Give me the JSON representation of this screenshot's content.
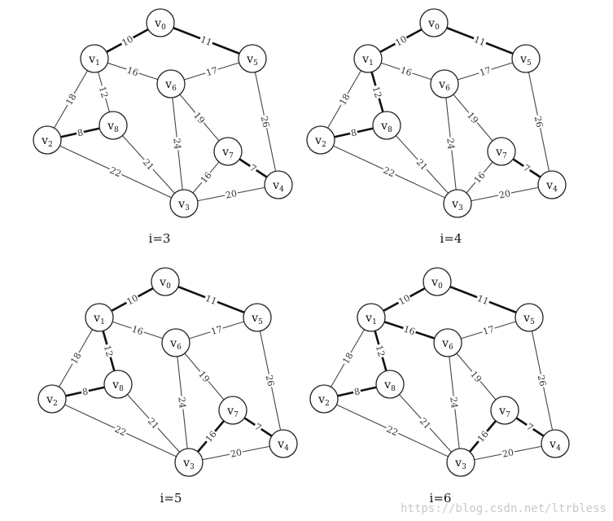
{
  "nodes": [
    {
      "id": 0,
      "label": "v0"
    },
    {
      "id": 1,
      "label": "v1"
    },
    {
      "id": 2,
      "label": "v2"
    },
    {
      "id": 3,
      "label": "v3"
    },
    {
      "id": 4,
      "label": "v4"
    },
    {
      "id": 5,
      "label": "v5"
    },
    {
      "id": 6,
      "label": "v6"
    },
    {
      "id": 7,
      "label": "v7"
    },
    {
      "id": 8,
      "label": "v8"
    }
  ],
  "edges": [
    {
      "from": 0,
      "to": 1,
      "weight": "10"
    },
    {
      "from": 0,
      "to": 5,
      "weight": "11"
    },
    {
      "from": 1,
      "to": 6,
      "weight": "16"
    },
    {
      "from": 5,
      "to": 6,
      "weight": "17"
    },
    {
      "from": 1,
      "to": 2,
      "weight": "18"
    },
    {
      "from": 1,
      "to": 8,
      "weight": "12"
    },
    {
      "from": 2,
      "to": 8,
      "weight": "8"
    },
    {
      "from": 6,
      "to": 7,
      "weight": "19"
    },
    {
      "from": 5,
      "to": 4,
      "weight": "26"
    },
    {
      "from": 8,
      "to": 3,
      "weight": "21"
    },
    {
      "from": 6,
      "to": 3,
      "weight": "24"
    },
    {
      "from": 2,
      "to": 3,
      "weight": "22"
    },
    {
      "from": 7,
      "to": 3,
      "weight": "16"
    },
    {
      "from": 7,
      "to": 4,
      "weight": "7"
    },
    {
      "from": 3,
      "to": 4,
      "weight": "20"
    }
  ],
  "panels": [
    {
      "caption": "i=3",
      "tree_edges": [
        [
          0,
          1
        ],
        [
          0,
          5
        ],
        [
          2,
          8
        ],
        [
          7,
          4
        ]
      ]
    },
    {
      "caption": "i=4",
      "tree_edges": [
        [
          0,
          1
        ],
        [
          0,
          5
        ],
        [
          2,
          8
        ],
        [
          7,
          4
        ],
        [
          1,
          8
        ]
      ]
    },
    {
      "caption": "i=5",
      "tree_edges": [
        [
          0,
          1
        ],
        [
          0,
          5
        ],
        [
          2,
          8
        ],
        [
          7,
          4
        ],
        [
          1,
          8
        ],
        [
          7,
          3
        ]
      ]
    },
    {
      "caption": "i=6",
      "tree_edges": [
        [
          0,
          1
        ],
        [
          0,
          5
        ],
        [
          2,
          8
        ],
        [
          7,
          4
        ],
        [
          1,
          8
        ],
        [
          7,
          3
        ],
        [
          1,
          6
        ]
      ]
    }
  ],
  "watermark": "https://blog.csdn.net/ltrbless"
}
